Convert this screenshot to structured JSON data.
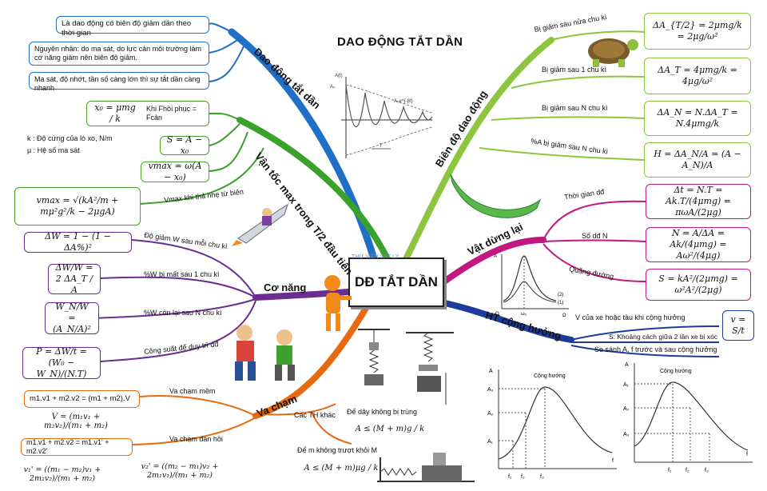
{
  "title": "DAO ĐỘNG TẮT DẦN",
  "center": "DĐ TẮT DẦN",
  "branches": {
    "dao_dong_tat_dan": {
      "label": "Dao động tắt dần",
      "notes": [
        "Là dao động có biên độ giảm dần theo thời gian",
        "Nguyên nhân: do ma sát, do lực cản môi trường làm cơ năng giảm nên biên độ giảm.",
        "Ma sát, độ nhớt, tần số càng lớn thì sự tắt dần càng nhanh"
      ]
    },
    "van_toc_max": {
      "label": "Vận tốc max trong T/2 đầu tiên",
      "x0_formula": "x₀ = μmg / k",
      "x0_condition": "Khi Fhồi phục = Fcản",
      "k_note": "k : Độ cứng của lò xo, N/m",
      "mu_note": "μ : Hệ số ma sát",
      "S_formula": "S = A − x₀",
      "vmax_formula": "vmax = ω(A − x₀)",
      "vmax_release_formula": "vmax = √(kA²/m + mμ²g²/k − 2μgA)",
      "vmax_release_label": "Vmax khi thả nhẹ từ biên"
    },
    "co_nang": {
      "label": "Cơ năng",
      "items": [
        {
          "label": "Độ giảm W sau mỗi chu kì",
          "formula": "ΔW = 1 − (1 − ΔA%)²"
        },
        {
          "label": "%W bị mất sau 1 chu kì",
          "formula": "ΔW/W = 2 ΔA_T / A"
        },
        {
          "label": "%W còn lại sau N chu kì",
          "formula": "W_N/W = (A_N/A)²"
        },
        {
          "label": "Công suất để duy trì dđ",
          "formula": "P = ΔW/t = (W₀ − W_N)/(N.T)"
        }
      ]
    },
    "va_cham": {
      "label": "Va chạm",
      "mem_label": "Va chạm mềm",
      "mem_formula": "m1.v1 + m2.v2 = (m1 + m2).V",
      "mem_V": "V = (m₁v₁ + m₂v₂)/(m₁ + m₂)",
      "dan_hoi_label": "Va chạm đàn hồi",
      "dan_hoi_formula": "m1.v1 + m2.v2 = m1.v1' + m2.v2'",
      "v1p": "v₁' = ((m₁ − m₂)v₁ + 2m₂v₂)/(m₁ + m₂)",
      "v2p": "v₂' = ((m₂ − m₁)v₂ + 2m₁v₁)/(m₁ + m₂)",
      "th_khac": "Các TH khác",
      "day_label": "Để dây không bị trùng",
      "day_formula": "A ≤ (M + m)g / k",
      "m_label": "Để m không trượt khỏi M",
      "m_formula": "A ≤ (M + m)μg / k"
    },
    "bien_do": {
      "label": "Biên độ dao động",
      "items": [
        {
          "label": "Bị giảm sau nửa chu kì",
          "formula": "ΔA_{T/2} = 2μmg/k = 2μg/ω²"
        },
        {
          "label": "Bị giảm sau 1 chu kì",
          "formula": "ΔA_T = 4μmg/k = 4μg/ω²"
        },
        {
          "label": "Bị giảm sau N chu kì",
          "formula": "ΔA_N = N.ΔA_T = N.4μmg/k"
        },
        {
          "label": "%A bị giảm sau N chu kì",
          "formula": "H = ΔA_N/A = (A − A_N)/A"
        }
      ]
    },
    "vat_dung_lai": {
      "label": "Vật dừng lại",
      "items": [
        {
          "label": "Thời gian dđ",
          "formula": "Δt = N.T = Ak.T/(4μmg) = πωA/(2μg)"
        },
        {
          "label": "Số dđ N",
          "formula": "N = A/ΔA = Ak/(4μmg) = Aω²/(4μg)"
        },
        {
          "label": "Quãng đường",
          "formula": "S = kA²/(2μmg) = ω²A²/(2μg)"
        }
      ]
    },
    "ht_cong_huong": {
      "label": "HT cộng hưởng",
      "items": [
        "V của xe hoặc tàu khi cộng hưởng",
        "S: Khoảng cách giữa 2 lần xe bị xóc",
        "So sánh A, f trước và sau cộng hưởng"
      ],
      "v_formula": "v = S/t",
      "graph_title": "Cộng hưởng"
    }
  },
  "colors": {
    "blue": "#1f6fc7",
    "green": "#3aa12a",
    "lime": "#8cc63f",
    "magenta": "#c2187f",
    "navy": "#1d3a9e",
    "purple": "#6a2d91",
    "orange": "#e86a10"
  },
  "graphs": {
    "damped": {
      "axis_y": "A(t)",
      "label_a0": "A₀",
      "label_env": "A₀e^{-βt}",
      "label_T": "T"
    },
    "resonance_small": {
      "labels": [
        "A",
        "O",
        "ω₀",
        "Ω",
        "(1)",
        "(2)"
      ]
    },
    "resonance_left": {
      "axis_y": "A",
      "axis_x": "f",
      "title": "Cộng hưởng",
      "y_ticks": [
        "A₃",
        "A₂",
        "A₁"
      ],
      "x_ticks": [
        "f₁",
        "f₂",
        "f₃"
      ]
    },
    "resonance_right": {
      "axis_y": "A",
      "axis_x": "f",
      "title": "Cộng hưởng",
      "y_ticks": [
        "A₁",
        "A₂",
        "A₃"
      ],
      "x_ticks": [
        "f₁",
        "f₂",
        "f₃"
      ]
    }
  },
  "watermark": "THƯ VIỆN VẬT LÝ"
}
